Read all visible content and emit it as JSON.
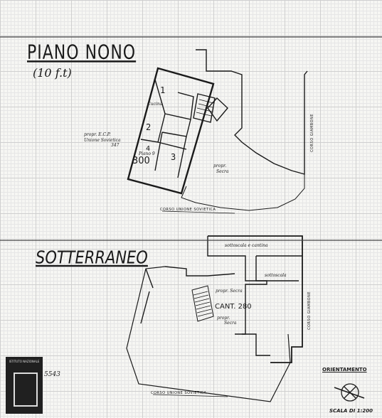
{
  "titles": {
    "piano_nono": "PIANO NONO",
    "floor": "(10 f.t)",
    "sotterraneo": "SOTTERRANEO",
    "orientamento": "ORIENTAMENTO",
    "scala": "SCALA DI 1:200"
  },
  "upper_plan": {
    "street_bottom": "CORSO UNIONE SOVIETICA",
    "street_right": "CORSO GIAMBONE",
    "label_cucina": "Cucina",
    "owner_left_1": "propr. E.C.P.",
    "owner_left_2": "Unione Sovietica",
    "owner_left_3": "347",
    "owner_right_1": "propr.",
    "owner_right_2": "Secra",
    "room_1": "1",
    "room_2": "2",
    "room_3": "3",
    "room_4": "4",
    "piano_label": "Piano 9",
    "number": "300"
  },
  "lower_plan": {
    "street_bottom": "CORSO UNIONE SOVIETICA",
    "street_right": "CORSO GIAMBONE",
    "label_top": "sottoscala e cantina",
    "label_mid": "sottoscala",
    "owner_1": "propr. Secra",
    "owner_2": "propr.",
    "owner_3": "Secra",
    "cantina": "CANT. 280"
  },
  "margin_note": "5543",
  "stamp_text": "ISTITUTO NAZIONALE"
}
